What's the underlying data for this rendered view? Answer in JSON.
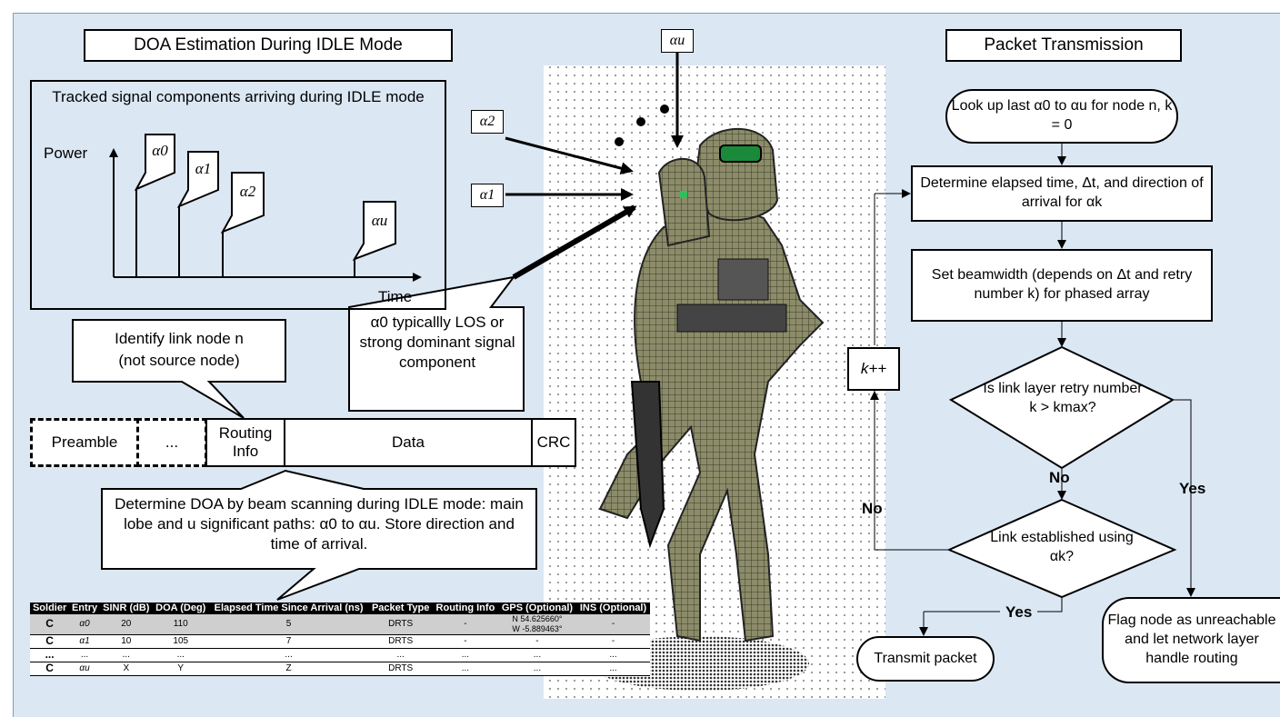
{
  "titles": {
    "left": "DOA Estimation During IDLE Mode",
    "right": "Packet Transmission"
  },
  "plot": {
    "caption": "Tracked signal components arriving during IDLE mode",
    "ylabel": "Power",
    "xlabel": "Time",
    "tags": [
      "α0",
      "α1",
      "α2",
      "αu"
    ]
  },
  "callouts": {
    "identify_line1": "Identify link node n",
    "identify_line2": "(not source node)",
    "los": "α0 typicallly LOS or strong dominant signal component",
    "determine": "Determine DOA by beam scanning during IDLE mode: main lobe and u significant paths: α0 to αu. Store direction and time of arrival."
  },
  "frame": {
    "preamble": "Preamble",
    "ellipsis": "...",
    "routing": "Routing Info",
    "data": "Data",
    "crc": "CRC"
  },
  "arrivals": {
    "top": "αu",
    "mid": "α2",
    "low": "α1"
  },
  "flow": {
    "start": "Look up last α0 to αu for node n, k = 0",
    "elapsed": "Determine elapsed time, Δt, and direction of arrival for αk",
    "beamwidth": "Set beamwidth (depends on Δt and retry number k) for phased array",
    "retry_q": "Is link layer retry number k > kmax?",
    "link_q": "Link established using αk?",
    "transmit": "Transmit packet",
    "flag": "Flag node as unreachable and let network layer handle routing",
    "increment": "k++",
    "no1": "No",
    "no2": "No",
    "yes1": "Yes",
    "yes2": "Yes"
  },
  "table": {
    "headers": [
      "Soldier",
      "Entry",
      "SINR (dB)",
      "DOA (Deg)",
      "Elapsed Time Since Arrival (ns)",
      "Packet Type",
      "Routing Info",
      "GPS (Optional)",
      "INS (Optional)"
    ],
    "rows": [
      {
        "soldier": "C",
        "entry": "α0",
        "sinr": "20",
        "doa": "110",
        "elapsed": "5",
        "packet": "DRTS",
        "routing": "-",
        "gps1": "N 54.625660°",
        "gps2": "W -5.889463°",
        "ins": "-"
      },
      {
        "soldier": "C",
        "entry": "α1",
        "sinr": "10",
        "doa": "105",
        "elapsed": "7",
        "packet": "DRTS",
        "routing": "-",
        "gps1": "-",
        "gps2": "",
        "ins": "-"
      },
      {
        "soldier": "...",
        "entry": "...",
        "sinr": "...",
        "doa": "...",
        "elapsed": "...",
        "packet": "...",
        "routing": "...",
        "gps1": "...",
        "gps2": "",
        "ins": "..."
      },
      {
        "soldier": "C",
        "entry": "αu",
        "sinr": "X",
        "doa": "Y",
        "elapsed": "Z",
        "packet": "DRTS",
        "routing": "...",
        "gps1": "...",
        "gps2": "",
        "ins": "..."
      }
    ]
  },
  "colors": {
    "panel": "#dbe7f3",
    "soldier_camo": "#8c8c6a",
    "visor": "#1a8a3a"
  }
}
